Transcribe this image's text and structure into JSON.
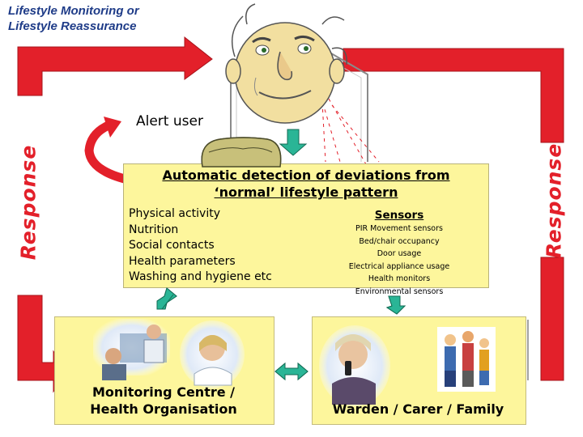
{
  "title": {
    "line1": "Lifestyle Monitoring or",
    "line2": "Lifestyle Reassurance"
  },
  "alert_label": "Alert user",
  "response_left": "Response",
  "response_right": "Response",
  "detection": {
    "title_line1": "Automatic detection of deviations from",
    "title_line2": "‘normal’ lifestyle pattern",
    "factors": [
      "Physical activity",
      "Nutrition",
      "Social contacts",
      "Health parameters",
      "Washing and hygiene etc"
    ],
    "sensors_heading": "Sensors",
    "sensors": [
      "PIR Movement sensors",
      "Bed/chair occupancy",
      "Door usage",
      "Electrical appliance usage",
      "Health monitors",
      "Environmental sensors"
    ]
  },
  "monitoring": {
    "line1": "Monitoring Centre /",
    "line2": "Health Organisation"
  },
  "carer": {
    "label": "Warden / Carer / Family"
  },
  "colors": {
    "response_red": "#e3202a",
    "panel_yellow": "#fdf69c",
    "title_blue": "#1f3c88",
    "arrow_teal": "#2ab596"
  }
}
